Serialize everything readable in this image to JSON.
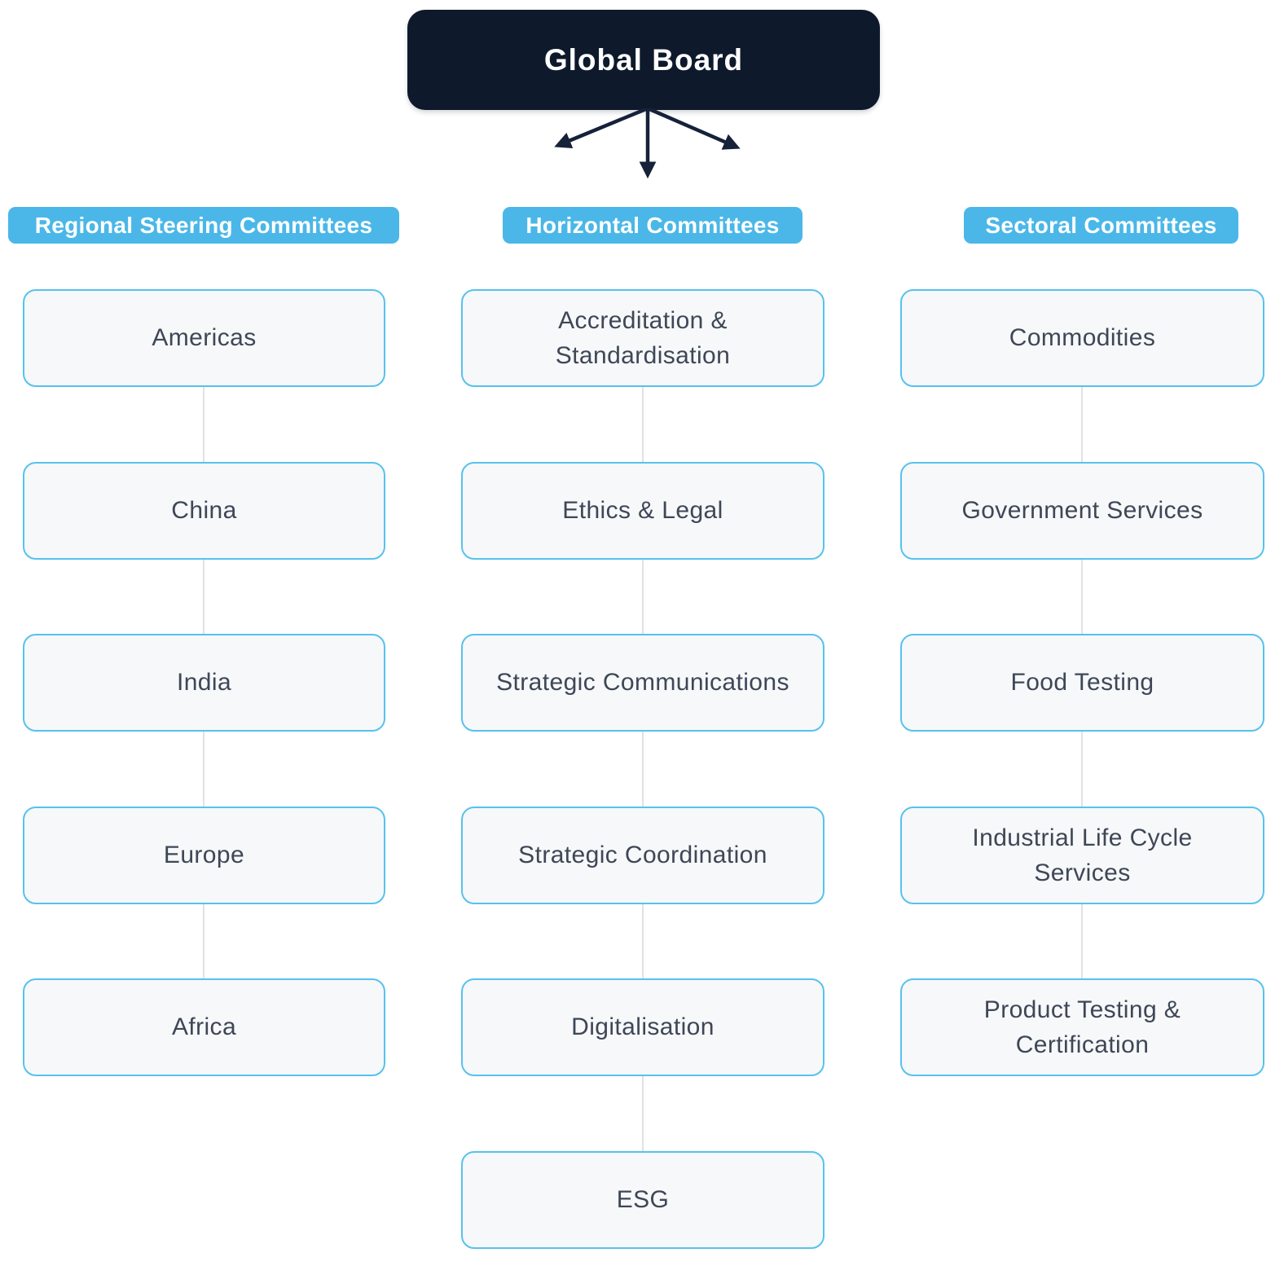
{
  "colors": {
    "navy": "#0e1a2c",
    "accent-blue": "#4ab7e8",
    "box-border": "#56c2ee",
    "box-bg": "#f7f8f9",
    "box-text": "#3e4757",
    "line": "#e0e2e5",
    "arrow": "#16213a"
  },
  "root": {
    "label": "Global Board"
  },
  "columns": [
    {
      "header": "Regional Steering Committees",
      "items": [
        "Americas",
        "China",
        "India",
        "Europe",
        "Africa"
      ]
    },
    {
      "header": "Horizontal Committees",
      "items": [
        "Accreditation & Standardisation",
        "Ethics & Legal",
        "Strategic Communications",
        "Strategic Coordination",
        "Digitalisation",
        "ESG"
      ]
    },
    {
      "header": "Sectoral Committees",
      "items": [
        "Commodities",
        "Government Services",
        "Food Testing",
        "Industrial Life Cycle Services",
        "Product Testing & Certification"
      ]
    }
  ]
}
